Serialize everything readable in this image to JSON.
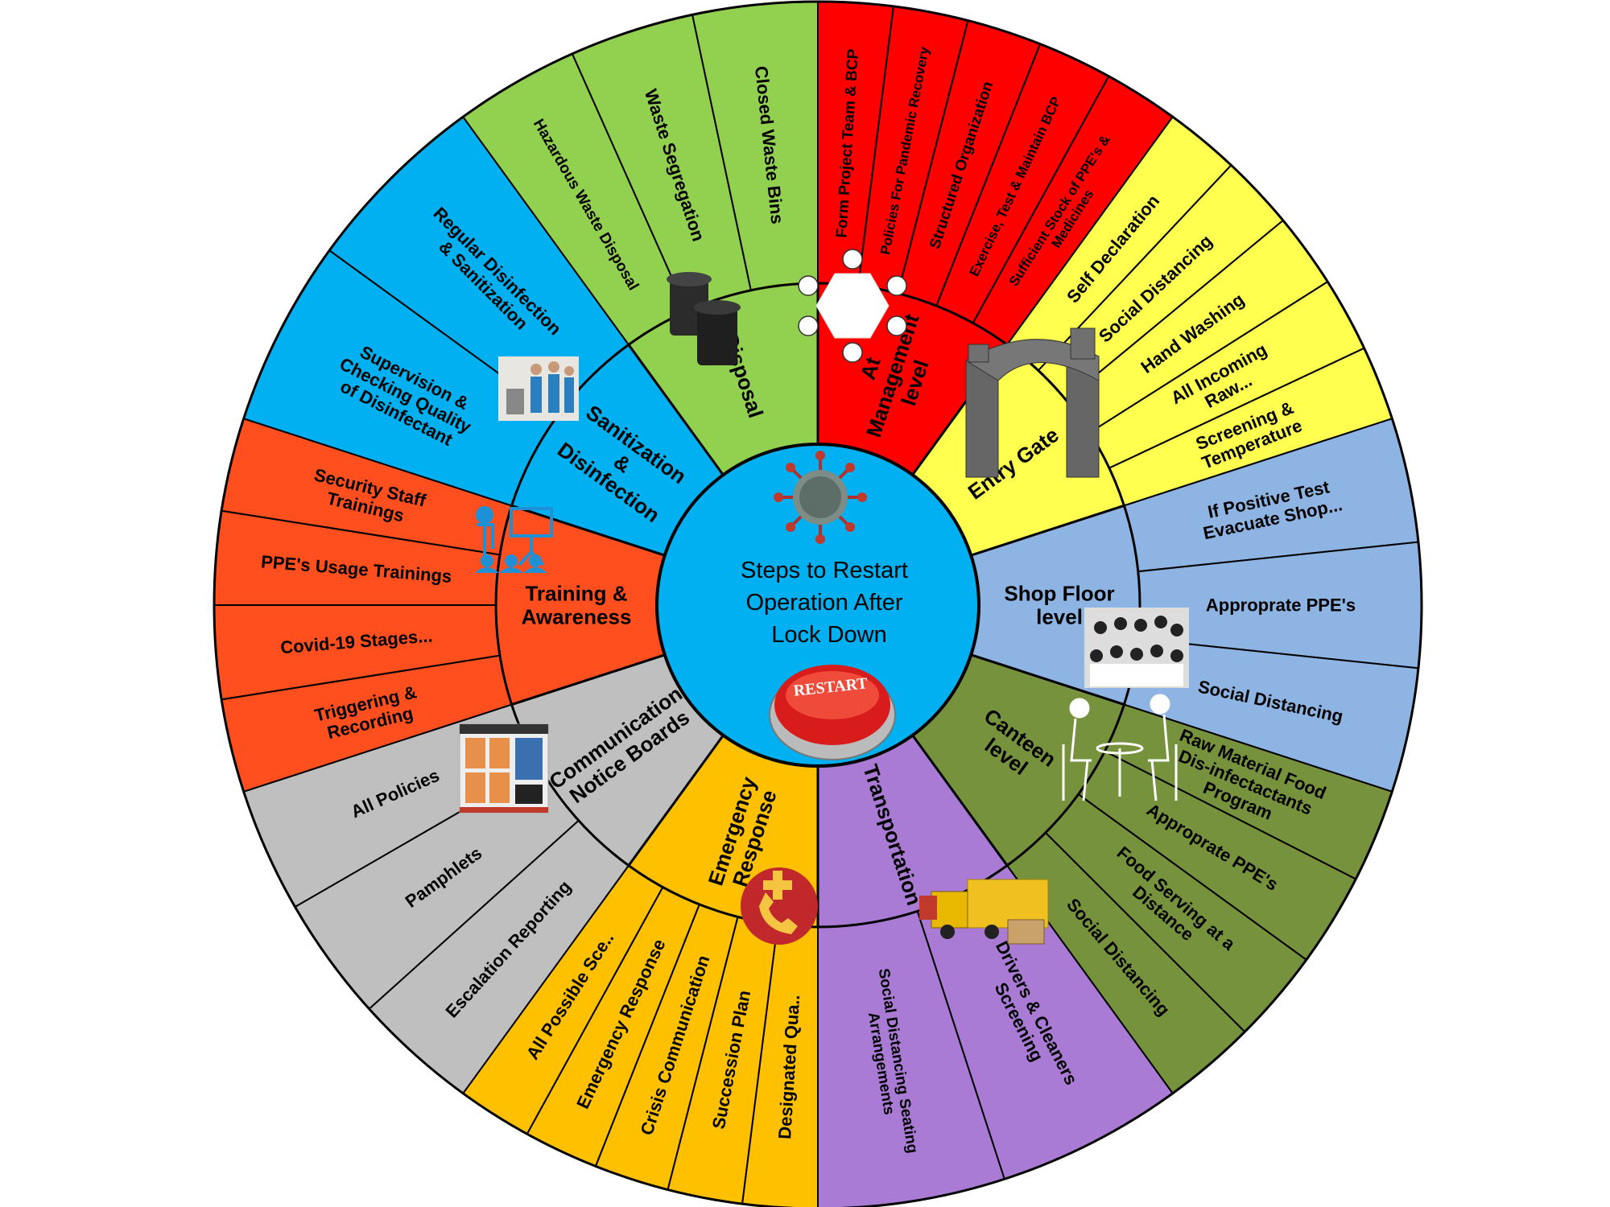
{
  "title": [
    "Steps to Restart",
    "Operation After",
    "Lock Down"
  ],
  "restart_button": "RESTART",
  "center_color": "#00b0f0",
  "segments": [
    {
      "name": [
        "At",
        "Management",
        "level"
      ],
      "color": "#ff0000",
      "icon": "meeting-table-icon",
      "items": [
        [
          "Form Project Team & BCP"
        ],
        [
          "Policies For Pandemic Recovery"
        ],
        [
          "Structured Organization"
        ],
        [
          "Exercise, Test & Maintain BCP"
        ],
        [
          "Sufficient Stock of PPE's &",
          "Medicines"
        ]
      ]
    },
    {
      "name": [
        "Entry Gate"
      ],
      "color": "#ffff50",
      "icon": "gate-icon",
      "items": [
        [
          "Self Declaration"
        ],
        [
          "Social Distancing"
        ],
        [
          "Hand Washing"
        ],
        [
          "All Incoming",
          "Raw..."
        ],
        [
          "Screening &",
          "Temperature"
        ]
      ]
    },
    {
      "name": [
        "Shop Floor",
        "level"
      ],
      "color": "#8db4e2",
      "icon": "workers-group-icon",
      "items": [
        [
          "If Positive Test",
          "Evacuate Shop..."
        ],
        [
          "Approprate PPE's"
        ],
        [
          "Social Distancing"
        ]
      ]
    },
    {
      "name": [
        "Canteen",
        "level"
      ],
      "color": "#76923c",
      "icon": "cafe-table-icon",
      "items": [
        [
          "Raw Material Food",
          "Dis-infectactants",
          "Program"
        ],
        [
          "Approprate PPE's"
        ],
        [
          "Food Serving at a",
          "Distance"
        ],
        [
          "Social Distancing"
        ]
      ]
    },
    {
      "name": [
        "Transportation"
      ],
      "color": "#a97bd5",
      "icon": "truck-icon",
      "items": [
        [
          "Drivers & Cleaners",
          "Screening"
        ],
        [
          "Social Distancing Seating",
          "Arrangements"
        ]
      ]
    },
    {
      "name": [
        "Emergency",
        "Response"
      ],
      "color": "#ffc000",
      "icon": "emergency-phone-icon",
      "items": [
        [
          "Designated Qua.."
        ],
        [
          "Succession Plan"
        ],
        [
          "Crisis Communication"
        ],
        [
          "Emergency Response"
        ],
        [
          "All Possible Sce.."
        ]
      ]
    },
    {
      "name": [
        "Communication",
        "Notice Boards"
      ],
      "color": "#bfbfbf",
      "icon": "notice-board-icon",
      "items": [
        [
          "Escalation Reporting"
        ],
        [
          "Pamphlets"
        ],
        [
          "All Policies"
        ]
      ]
    },
    {
      "name": [
        "Training &",
        "Awareness"
      ],
      "color": "#ff4f1f",
      "icon": "training-icon",
      "items": [
        [
          "Triggering &",
          "Recording"
        ],
        [
          "Covid-19 Stages..."
        ],
        [
          "PPE's Usage Trainings"
        ],
        [
          "Security Staff",
          "Trainings"
        ]
      ]
    },
    {
      "name": [
        "Sanitization",
        "&",
        "Disinfection"
      ],
      "color": "#00b0f0",
      "icon": "cleaners-icon",
      "items": [
        [
          "Supervision &",
          "Checking Quality",
          "of Disinfectant"
        ],
        [
          "Regular Disinfection",
          "& Sanitization"
        ]
      ]
    },
    {
      "name": [
        "Disposal"
      ],
      "color": "#92d050",
      "icon": "trash-bins-icon",
      "items": [
        [
          "Hazardous Waste Disposal"
        ],
        [
          "Waste Segregation"
        ],
        [
          "Closed Waste Bins"
        ]
      ]
    }
  ]
}
